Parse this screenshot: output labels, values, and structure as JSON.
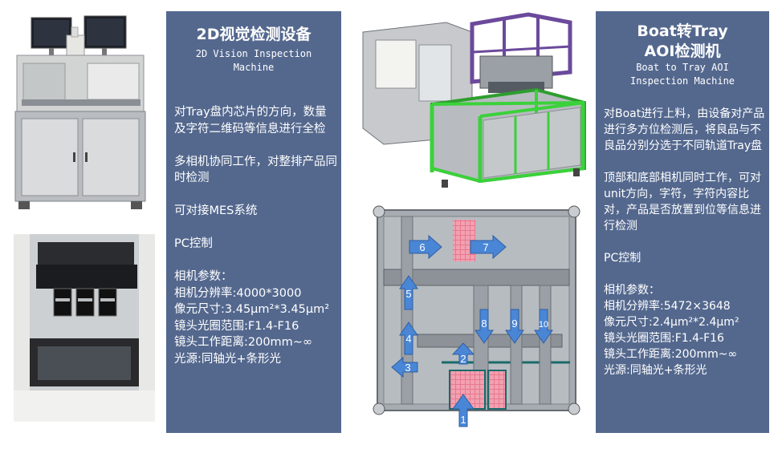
{
  "left_panel": {
    "title": "2D视觉检测设备",
    "subtitle_line1": "2D Vision Inspection",
    "subtitle_line2": "Machine",
    "body": "对Tray盘内芯片的方向，数量及字符二维码等信息进行全检\n\n多相机协同工作，对整排产品同时检测\n\n可对接MES系统\n\nPC控制\n\n相机参数：\n相机分辨率:4000*3000\n像元尺寸:3.45μm²*3.45μm²\n镜头光圈范围:F1.4-F16\n镜头工作距离:200mm~∞\n光源:同轴光+条形光"
  },
  "right_panel": {
    "title_line1": "Boat转Tray",
    "title_line2": "AOI检测机",
    "subtitle_line1": "Boat to Tray AOI",
    "subtitle_line2": "Inspection Machine",
    "body": "对Boat进行上料，由设备对产品进行多方位检测后，将良品与不良品分别分选于不同轨道Tray盘\n\n顶部和底部相机同时工作，可对unit方向，字符，字符内容比对，产品是否放置到位等信息进行检测\n\nPC控制\n\n相机参数：\n相机分辨率:5472×3648\n像元尺寸:2.4μm²*2.4μm²\n镜头光圈范围:F1.4-F16\n镜头工作距离:200mm~∞\n光源:同轴光+条形光"
  },
  "layout_arrows": {
    "a1": "1",
    "a2": "2",
    "a3": "3",
    "a4": "4",
    "a5": "5",
    "a6": "6",
    "a7": "7",
    "a8": "8",
    "a9": "9",
    "a10": "10"
  },
  "colors": {
    "panel": "#54688e",
    "arrow": "#4a86d6",
    "frame_green": "#3bd13b",
    "frame_purple": "#6b4a9b",
    "tray_pink": "#e8788e"
  }
}
